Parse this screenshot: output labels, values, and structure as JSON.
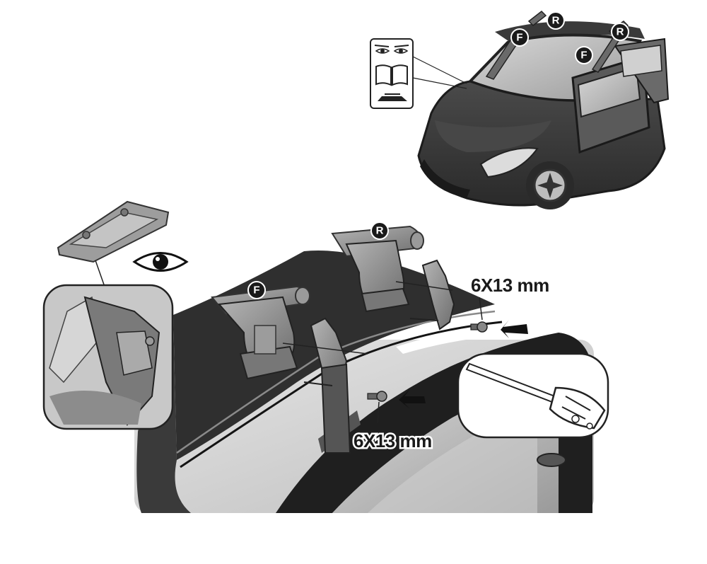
{
  "labels": {
    "front_marker": "F",
    "rear_marker": "R",
    "screw_size_top": "6X13 mm",
    "screw_size_bottom": "6X13 mm"
  },
  "icons": {
    "manual_panel": [
      "eyes-icon",
      "open-book-icon",
      "car-with-roof-rack-icon"
    ],
    "inspect": "eye-icon",
    "tool": "screwdriver-icon",
    "direction": "arrow-icon"
  },
  "colors": {
    "body_dark": "#3b3b3b",
    "roof_dark": "#2e2e2e",
    "part_gray": "#8a8a8a",
    "background": "#ffffff"
  }
}
